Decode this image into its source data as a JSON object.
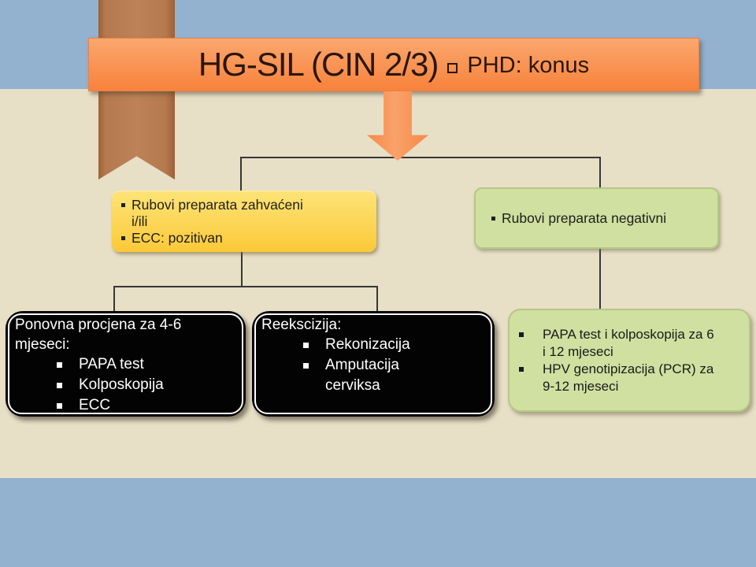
{
  "title": {
    "main": "HG-SIL (CIN 2/3)",
    "sub": "PHD: konus"
  },
  "boxes": {
    "yellow": {
      "items": [
        "Rubovi preparata zahvaćeni\ni/ili",
        "ECC: pozitivan"
      ]
    },
    "green_top": {
      "items": [
        "Rubovi preparata negativni"
      ]
    },
    "black_left": {
      "title": "Ponovna procjena za 4-6\nmjeseci:",
      "items": [
        "PAPA test",
        "Kolposkopija",
        "ECC"
      ]
    },
    "black_right": {
      "title": "Reekscizija:",
      "items": [
        "Rekonizacija",
        "Amputacija\ncerviksa"
      ]
    },
    "green_bottom": {
      "items": [
        "PAPA test i kolposkopija za 6\ni 12 mjeseci",
        "HPV genotipizacija (PCR) za\n9-12 mjeseci"
      ]
    }
  },
  "colors": {
    "band_blue": "#93b2cf",
    "background_beige": "#e8dfc7",
    "accent_orange": "#f8823c",
    "ribbon_brown": "#b87d52",
    "box_yellow": "#fbc938",
    "box_green": "#cfe0a0",
    "box_black": "#030303",
    "connector": "#373737"
  }
}
